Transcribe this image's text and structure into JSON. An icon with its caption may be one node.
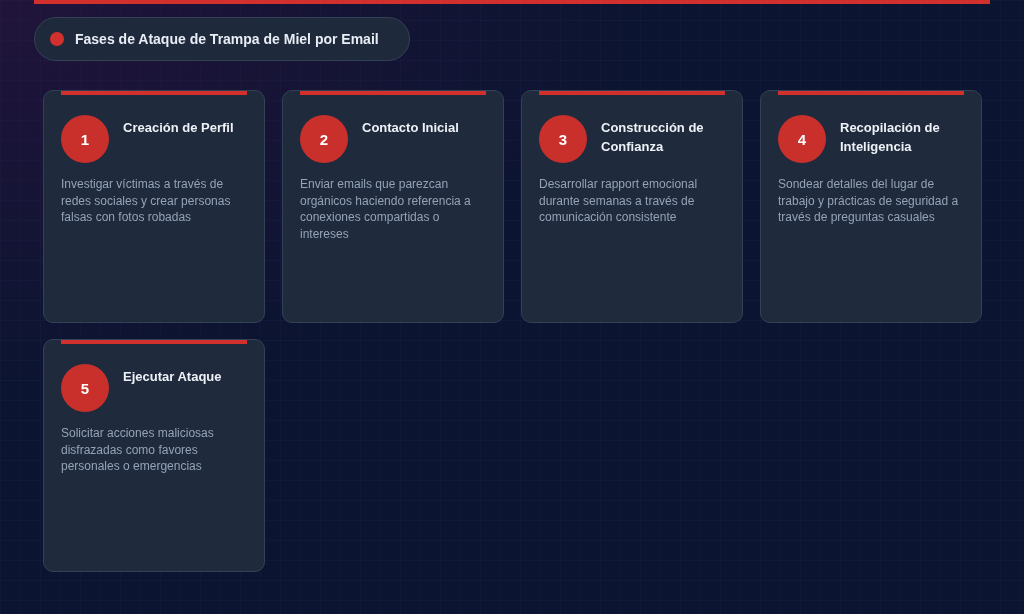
{
  "diagram": {
    "title": "Fases de Ataque de Trampa de Miel por Email",
    "nodes": [
      {
        "text": [
          "Creación de Perfil",
          "Investigar víctimas a través de redes sociales y crear personas falsas con fotos robadas"
        ]
      },
      {
        "text": [
          "1"
        ],
        "in": 0
      },
      {
        "text": [
          "Contacto Inicial",
          "Enviar emails que parezcan orgánicos haciendo referencia a conexiones compartidas o intereses"
        ]
      },
      {
        "text": [
          "2"
        ],
        "in": 2
      },
      {
        "text": [
          "Construcción de Confianza",
          "Desarrollar rapport emocional durante semanas a través de comunicación consistente"
        ]
      },
      {
        "text": [
          "3"
        ],
        "in": 4
      },
      {
        "text": [
          "Recopilación de Inteligencia",
          "Sondear detalles del lugar de trabajo y prácticas de seguridad a través de preguntas casuales"
        ]
      },
      {
        "text": [
          "4"
        ],
        "in": 6
      },
      {
        "text": [
          "Ejecutar Ataque",
          "Solicitar acciones maliciosas disfrazadas como favores personales o emergencias"
        ]
      },
      {
        "text": [
          "5"
        ],
        "in": 8
      }
    ]
  }
}
